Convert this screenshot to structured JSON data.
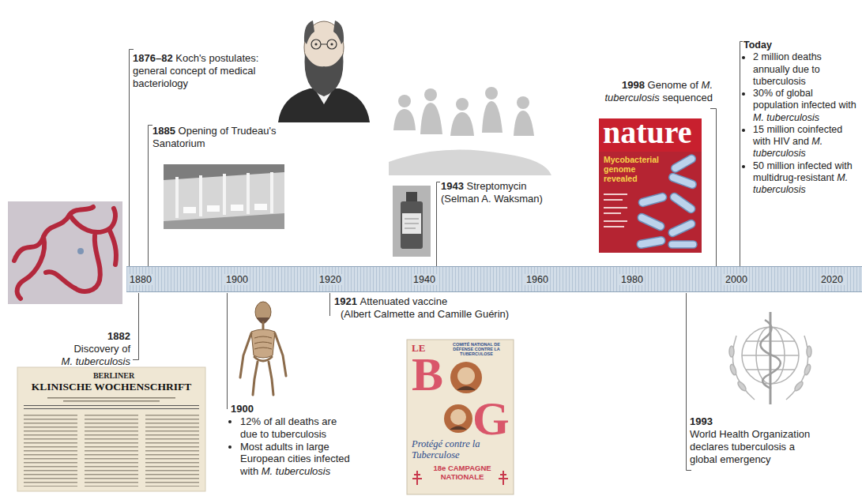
{
  "diagram": {
    "nodes": [
      {
        "text": [
          "1880",
          "1900",
          "1920",
          "1940",
          "1960",
          "1980",
          "2000",
          "2020"
        ]
      }
    ],
    "labels": [
      "1876–82",
      "Koch's postulates: general concept of medical bacteriology",
      "1885",
      "Opening of Trudeau's Sanatorium",
      "1943",
      "Streptomycin",
      "(Selman A. Waksman)",
      "1998",
      "Genome of M. tuberculosis sequenced",
      "nature",
      "Mycobacterial genome revealed",
      "Today",
      "2 million deaths annually due to tuberculosis",
      "30% of global population infected with M. tuberculosis",
      "15 million coinfected with HIV and M. tuberculosis",
      "50 million infected with multidrug-resistant M. tuberculosis",
      "1882",
      "Discovery of M. tuberculosis",
      "1921",
      "Attenuated vaccine",
      "(Albert Calmette and Camille Guérin)",
      "1900",
      "12% of all deaths are due to tuberculosis",
      "Most adults in large European cities infected with M. tuberculosis",
      "COMITÉ NATIONAL DE DÉFENSE CONTRE LA TUBERCULOSE",
      "LE",
      "B",
      "G",
      "Protégé contre la Tuberculose",
      "18e CAMPAGNE NATIONALE",
      "1993",
      "World Health Organization declares tuberculosis a global emergency",
      "BERLINER",
      "KLINISCHE WOCHENSCHRIFT"
    ]
  }
}
